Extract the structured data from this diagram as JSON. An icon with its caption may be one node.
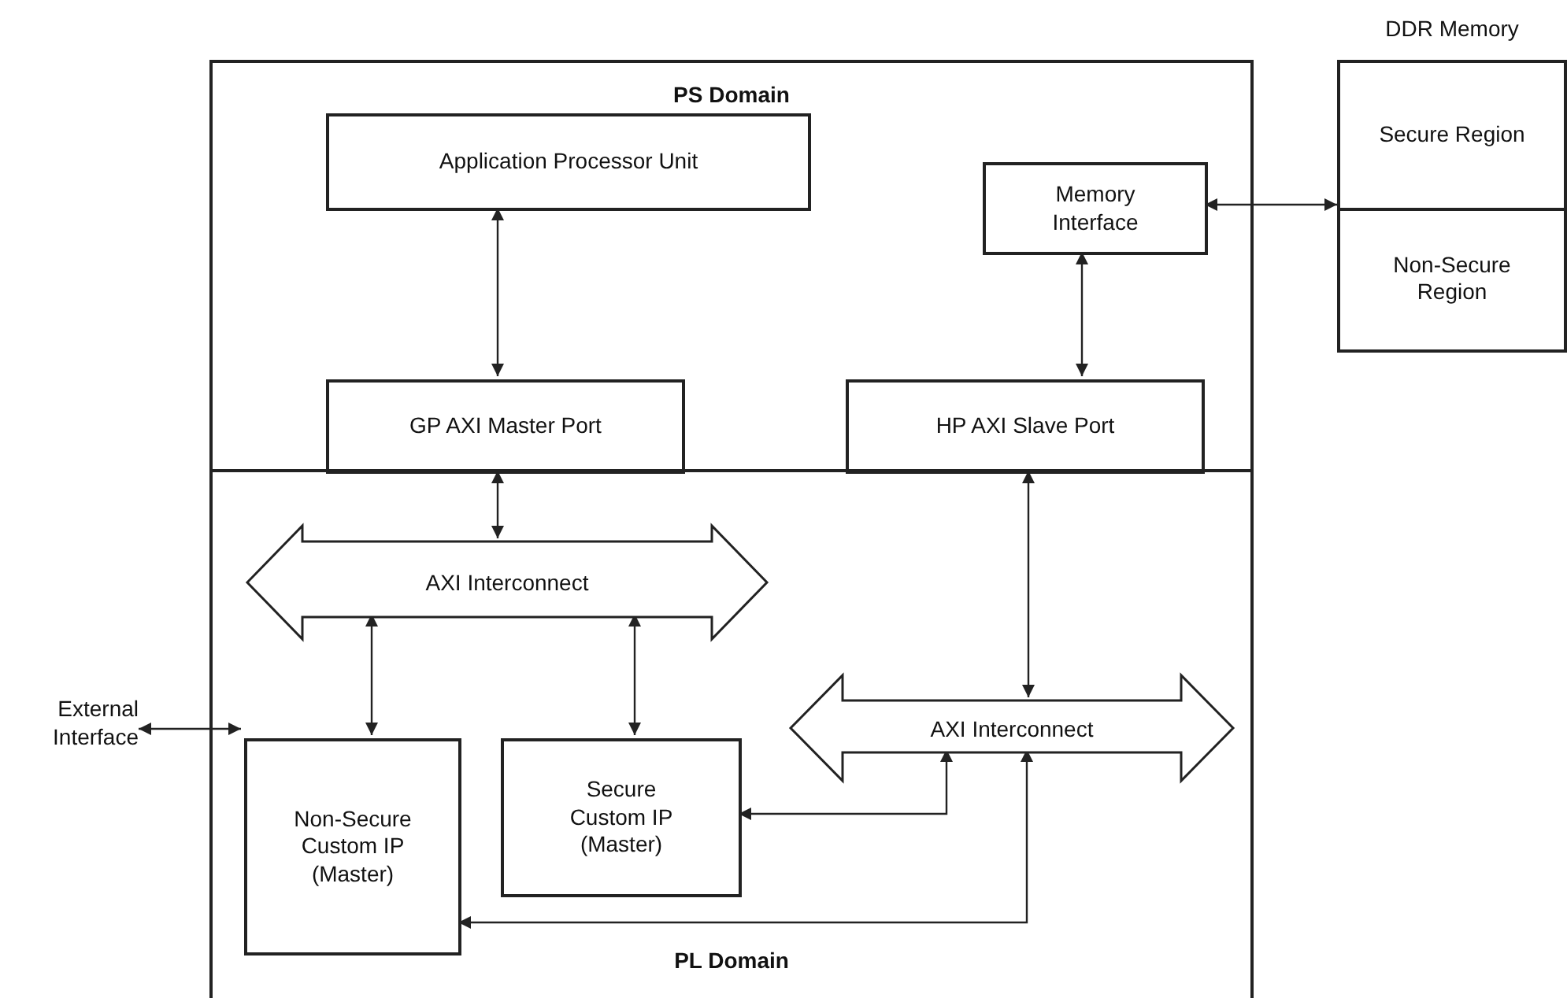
{
  "diagram": {
    "nodes": [
      {
        "text": [
          "PS Domain"
        ]
      },
      {
        "text": [
          "PL Domain"
        ]
      },
      {
        "text": [
          "Application Processor Unit"
        ],
        "in": 0
      },
      {
        "text": [
          "Memory Interface"
        ],
        "in": 0
      },
      {
        "text": [
          "GP AXI Master Port"
        ],
        "in": 0
      },
      {
        "text": [
          "HP AXI Slave Port"
        ],
        "in": 0
      },
      {
        "text": [
          "AXI Interconnect"
        ],
        "in": 1
      },
      {
        "text": [
          "AXI Interconnect"
        ],
        "in": 1
      },
      {
        "text": [
          "Non-Secure Custom IP (Master)"
        ],
        "in": 1
      },
      {
        "text": [
          "Secure Custom IP (Master)"
        ],
        "in": 1
      },
      {
        "text": [
          "External Interface"
        ]
      },
      {
        "text": [
          "DDR Memory"
        ]
      },
      {
        "text": [
          "Secure Region"
        ],
        "in": 11
      },
      {
        "text": [
          "Non-Secure Region"
        ],
        "in": 11
      }
    ],
    "edges": [
      {
        "from": 2,
        "to": 4,
        "arrow": "both"
      },
      {
        "from": 3,
        "to": 5,
        "arrow": "both"
      },
      {
        "from": 3,
        "to": 11,
        "arrow": "both"
      },
      {
        "from": 4,
        "to": 6,
        "arrow": "both"
      },
      {
        "from": 5,
        "to": 7,
        "arrow": "both"
      },
      {
        "from": 6,
        "to": 8,
        "arrow": "both"
      },
      {
        "from": 6,
        "to": 9,
        "arrow": "both"
      },
      {
        "from": 9,
        "to": 7,
        "arrow": "both"
      },
      {
        "from": 8,
        "to": 7,
        "arrow": "both"
      },
      {
        "from": 10,
        "to": 8,
        "arrow": "both"
      }
    ]
  }
}
